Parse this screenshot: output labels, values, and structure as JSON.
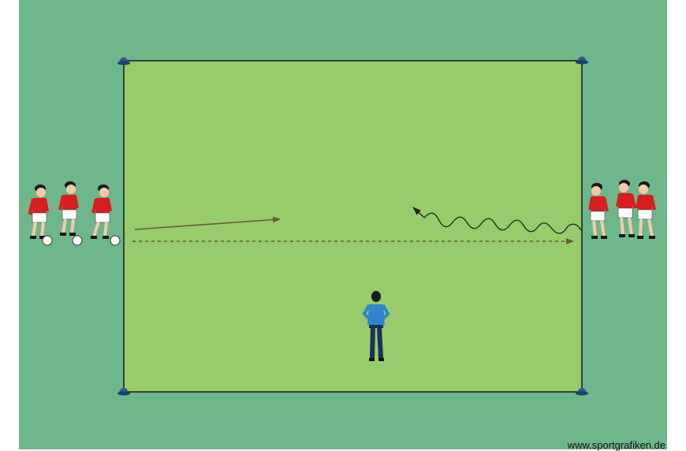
{
  "watermark": "www.sportgrafiken.de",
  "colors": {
    "outer_field": "#6db78a",
    "inner_field": "#97cb6b",
    "field_border": "#1a1a1a",
    "cone": "#2d5b94",
    "player_shirt": "#d81e1e",
    "player_shorts": "#ffffff",
    "player_skin": "#f4c9a8",
    "player_hair": "#1a1a1a",
    "coach_shirt": "#2e86d1",
    "coach_pants": "#1e2f55",
    "pass_arrow": "#6d5b3a",
    "dribble_arrow": "#222222"
  },
  "diagram": {
    "cones": [
      "cone",
      "cone",
      "cone",
      "cone"
    ],
    "left_group": {
      "players": 3,
      "balls": 3,
      "facing": "right"
    },
    "right_group": {
      "players": 3,
      "facing": "left"
    },
    "coach": {
      "count": 1
    },
    "arrows": [
      "pass",
      "dribble",
      "run"
    ]
  }
}
